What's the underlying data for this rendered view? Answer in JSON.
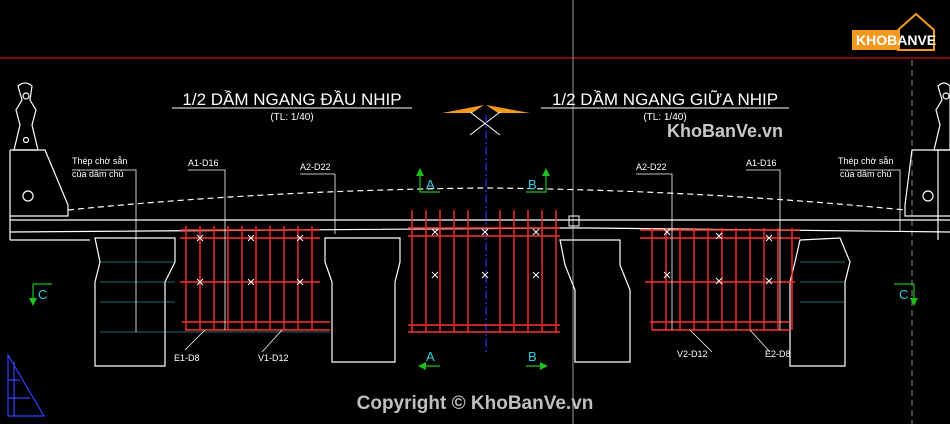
{
  "titles": {
    "left": "1/2 DẦM NGANG ĐẦU NHIP",
    "left_scale": "(TL: 1/40)",
    "right": "1/2 DẦM NGANG GIỮA NHIP",
    "right_scale": "(TL: 1/40)"
  },
  "labels": {
    "left_note_1": "Thép chờ sẵn",
    "left_note_2": "của dầm chủ",
    "right_note_1": "Thép chờ sẵn",
    "right_note_2": "của dầm chủ",
    "a1_left": "A1-D16",
    "a2_left": "A2-D22",
    "a2_right": "A2-D22",
    "a1_right": "A1-D16",
    "e1": "E1-D8",
    "v1": "V1-D12",
    "v2": "V2-D12",
    "e2": "E2-D8"
  },
  "section_marks": {
    "a_top": "A",
    "b_top": "B",
    "a_bottom": "A",
    "b_bottom": "B",
    "c_left": "C",
    "c_right": "C"
  },
  "watermark": {
    "logo_text": "KHOBANVE",
    "site": "KhoBanVe.vn",
    "copyright": "Copyright © KhoBanVe.vn"
  },
  "colors": {
    "background": "#000000",
    "line": "#ffffff",
    "rebar": "#ff3030",
    "axis": "#2233ff",
    "marker": "#1ec01e",
    "title": "#ffffff",
    "watermark": "#bfbfbf",
    "logo_orange": "#f39a1e"
  }
}
